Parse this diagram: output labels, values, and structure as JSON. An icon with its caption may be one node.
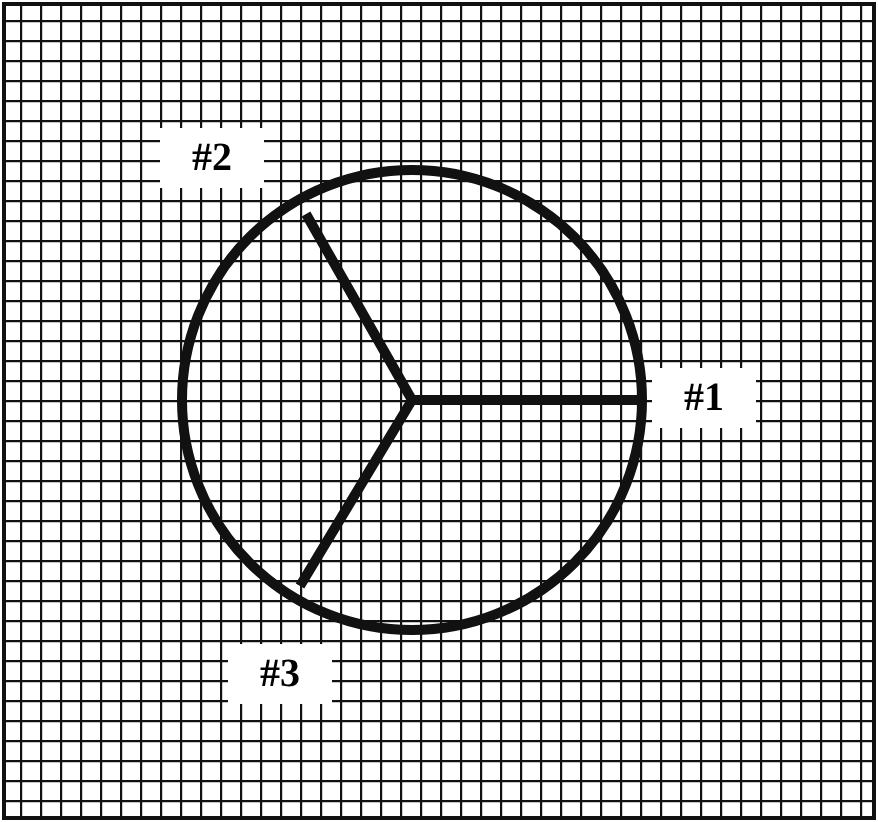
{
  "diagram": {
    "labels": [
      "#2",
      "#1",
      "#3"
    ]
  }
}
